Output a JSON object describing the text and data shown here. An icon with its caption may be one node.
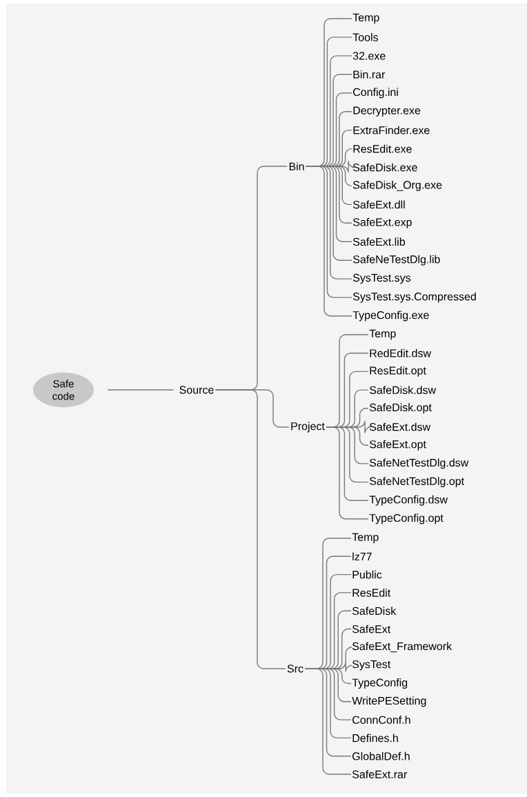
{
  "diagram": {
    "nodes": [
      {
        "text": [
          "Safe code"
        ]
      },
      {
        "text": [
          "Source"
        ]
      },
      {
        "text": [
          "Bin"
        ]
      },
      {
        "text": [
          "Temp"
        ]
      },
      {
        "text": [
          "Tools"
        ]
      },
      {
        "text": [
          "32.exe"
        ]
      },
      {
        "text": [
          "Bin.rar"
        ]
      },
      {
        "text": [
          "Config.ini"
        ]
      },
      {
        "text": [
          "Decrypter.exe"
        ]
      },
      {
        "text": [
          "ExtraFinder.exe"
        ]
      },
      {
        "text": [
          "ResEdit.exe"
        ]
      },
      {
        "text": [
          "SafeDisk.exe"
        ]
      },
      {
        "text": [
          "SafeDisk_Org.exe"
        ]
      },
      {
        "text": [
          "SafeExt.dll"
        ]
      },
      {
        "text": [
          "SafeExt.exp"
        ]
      },
      {
        "text": [
          "SafeExt.lib"
        ]
      },
      {
        "text": [
          "SafeNeTestDlg.lib"
        ]
      },
      {
        "text": [
          "SysTest.sys"
        ]
      },
      {
        "text": [
          "SysTest.sys.Compressed"
        ]
      },
      {
        "text": [
          "TypeConfig.exe"
        ]
      },
      {
        "text": [
          "Project"
        ]
      },
      {
        "text": [
          "Temp"
        ]
      },
      {
        "text": [
          "RedEdit.dsw"
        ]
      },
      {
        "text": [
          "ResEdit.opt"
        ]
      },
      {
        "text": [
          "SafeDisk.dsw"
        ]
      },
      {
        "text": [
          "SafeDisk.opt"
        ]
      },
      {
        "text": [
          "SafeExt.dsw"
        ]
      },
      {
        "text": [
          "SafeExt.opt"
        ]
      },
      {
        "text": [
          "SafeNetTestDlg.dsw"
        ]
      },
      {
        "text": [
          "SafeNetTestDlg.opt"
        ]
      },
      {
        "text": [
          "TypeConfig.dsw"
        ]
      },
      {
        "text": [
          "TypeConfig.opt"
        ]
      },
      {
        "text": [
          "Src"
        ]
      },
      {
        "text": [
          "Temp"
        ]
      },
      {
        "text": [
          "lz77"
        ]
      },
      {
        "text": [
          "Public"
        ]
      },
      {
        "text": [
          "ResEdit"
        ]
      },
      {
        "text": [
          "SafeDisk"
        ]
      },
      {
        "text": [
          "SafeExt"
        ]
      },
      {
        "text": [
          "SafeExt_Framework"
        ]
      },
      {
        "text": [
          "SysTest"
        ]
      },
      {
        "text": [
          "TypeConfig"
        ]
      },
      {
        "text": [
          "WritePESetting"
        ]
      },
      {
        "text": [
          "ConnConf.h"
        ]
      },
      {
        "text": [
          "Defines.h"
        ]
      },
      {
        "text": [
          "GlobalDef.h"
        ]
      },
      {
        "text": [
          "SafeExt.rar"
        ]
      }
    ],
    "edges": [
      {
        "from": 0,
        "to": 1,
        "arrow": "none"
      },
      {
        "from": 1,
        "to": 2,
        "arrow": "none"
      },
      {
        "from": 1,
        "to": 20,
        "arrow": "none"
      },
      {
        "from": 1,
        "to": 32,
        "arrow": "none"
      },
      {
        "from": 2,
        "to": 3,
        "arrow": "none"
      },
      {
        "from": 2,
        "to": 4,
        "arrow": "none"
      },
      {
        "from": 2,
        "to": 5,
        "arrow": "none"
      },
      {
        "from": 2,
        "to": 6,
        "arrow": "none"
      },
      {
        "from": 2,
        "to": 7,
        "arrow": "none"
      },
      {
        "from": 2,
        "to": 8,
        "arrow": "none"
      },
      {
        "from": 2,
        "to": 9,
        "arrow": "none"
      },
      {
        "from": 2,
        "to": 10,
        "arrow": "none"
      },
      {
        "from": 2,
        "to": 11,
        "arrow": "none"
      },
      {
        "from": 2,
        "to": 12,
        "arrow": "none"
      },
      {
        "from": 2,
        "to": 13,
        "arrow": "none"
      },
      {
        "from": 2,
        "to": 14,
        "arrow": "none"
      },
      {
        "from": 2,
        "to": 15,
        "arrow": "none"
      },
      {
        "from": 2,
        "to": 16,
        "arrow": "none"
      },
      {
        "from": 2,
        "to": 17,
        "arrow": "none"
      },
      {
        "from": 2,
        "to": 18,
        "arrow": "none"
      },
      {
        "from": 2,
        "to": 19,
        "arrow": "none"
      },
      {
        "from": 20,
        "to": 21,
        "arrow": "none"
      },
      {
        "from": 20,
        "to": 22,
        "arrow": "none"
      },
      {
        "from": 20,
        "to": 23,
        "arrow": "none"
      },
      {
        "from": 20,
        "to": 24,
        "arrow": "none"
      },
      {
        "from": 20,
        "to": 25,
        "arrow": "none"
      },
      {
        "from": 20,
        "to": 26,
        "arrow": "none"
      },
      {
        "from": 20,
        "to": 27,
        "arrow": "none"
      },
      {
        "from": 20,
        "to": 28,
        "arrow": "none"
      },
      {
        "from": 20,
        "to": 29,
        "arrow": "none"
      },
      {
        "from": 20,
        "to": 30,
        "arrow": "none"
      },
      {
        "from": 20,
        "to": 31,
        "arrow": "none"
      },
      {
        "from": 32,
        "to": 33,
        "arrow": "none"
      },
      {
        "from": 32,
        "to": 34,
        "arrow": "none"
      },
      {
        "from": 32,
        "to": 35,
        "arrow": "none"
      },
      {
        "from": 32,
        "to": 36,
        "arrow": "none"
      },
      {
        "from": 32,
        "to": 37,
        "arrow": "none"
      },
      {
        "from": 32,
        "to": 38,
        "arrow": "none"
      },
      {
        "from": 32,
        "to": 39,
        "arrow": "none"
      },
      {
        "from": 32,
        "to": 40,
        "arrow": "none"
      },
      {
        "from": 32,
        "to": 41,
        "arrow": "none"
      },
      {
        "from": 32,
        "to": 42,
        "arrow": "none"
      },
      {
        "from": 32,
        "to": 43,
        "arrow": "none"
      },
      {
        "from": 32,
        "to": 44,
        "arrow": "none"
      },
      {
        "from": 32,
        "to": 45,
        "arrow": "none"
      },
      {
        "from": 32,
        "to": 46,
        "arrow": "none"
      }
    ]
  }
}
